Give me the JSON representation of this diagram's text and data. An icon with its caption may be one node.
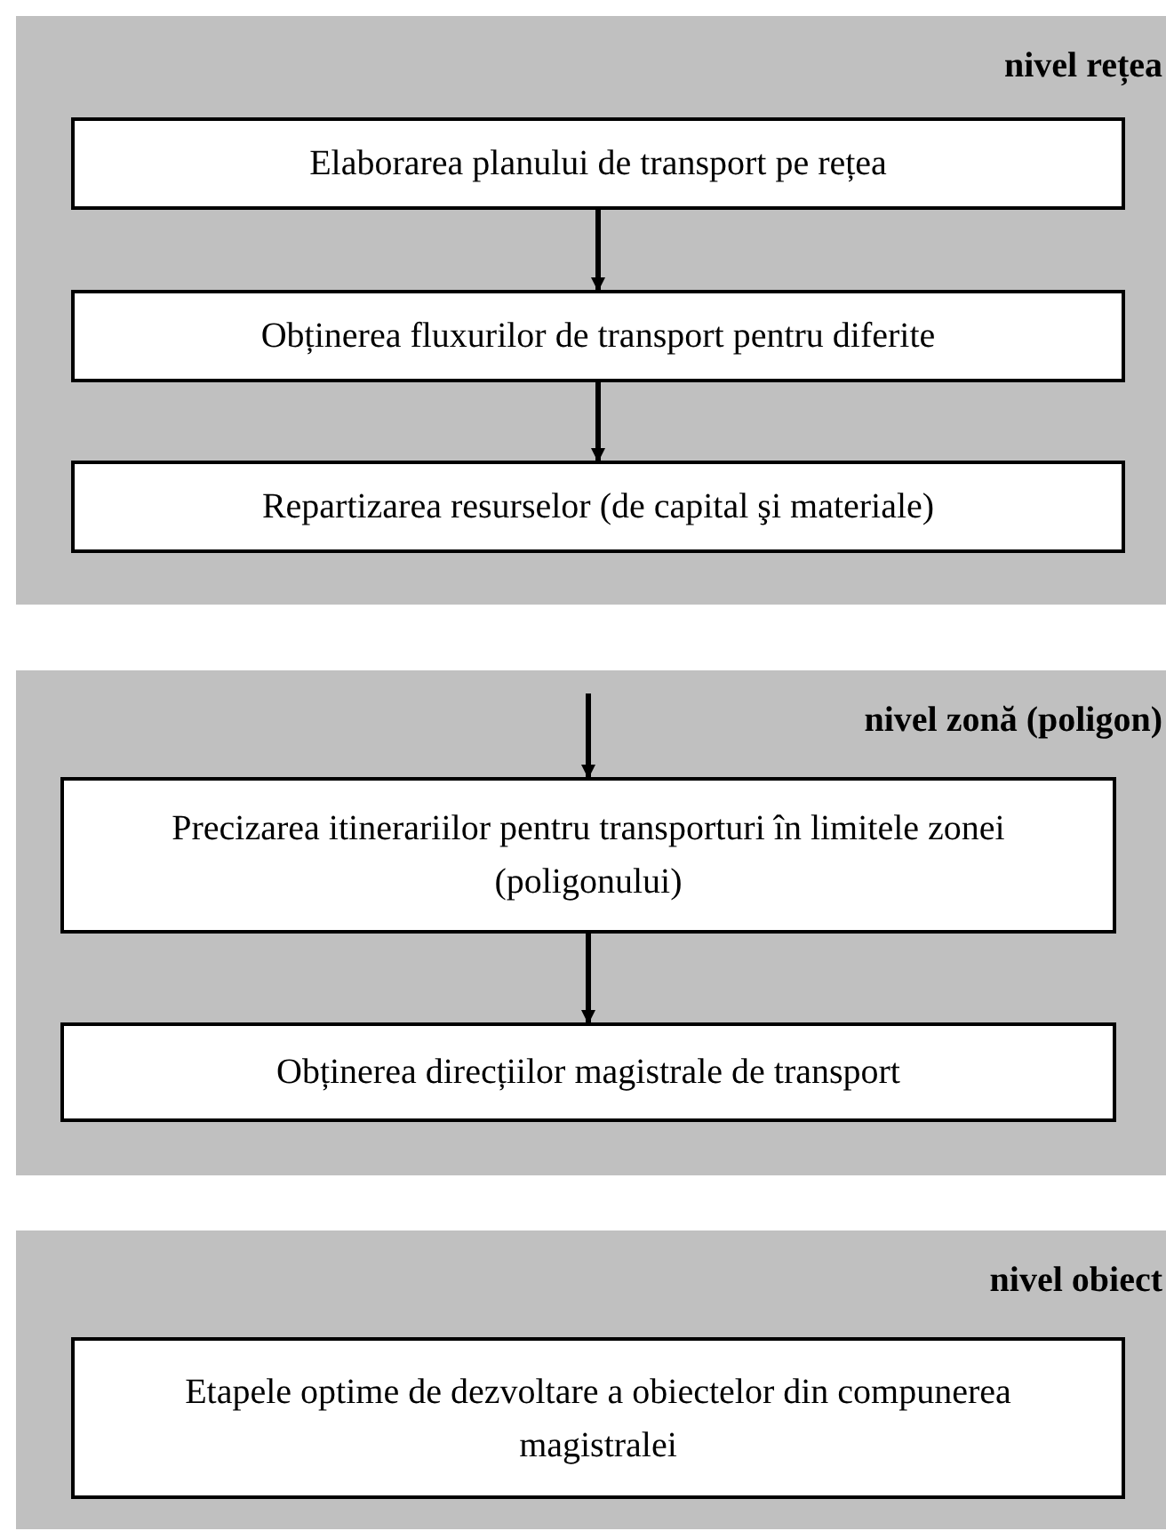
{
  "diagram": {
    "nodes": [
      {
        "text": [
          "nivel rețea"
        ]
      },
      {
        "text": [
          "Elaborarea planului de transport pe rețea"
        ],
        "in": 0
      },
      {
        "text": [
          "Obținerea fluxurilor de transport pentru diferite"
        ],
        "in": 0
      },
      {
        "text": [
          "Repartizarea resurselor (de capital şi materiale)"
        ],
        "in": 0
      },
      {
        "text": [
          "nivel zonă (poligon)"
        ]
      },
      {
        "text": [
          "Precizarea itinerariilor pentru transporturi în limitele zonei (poligonului)"
        ],
        "in": 4
      },
      {
        "text": [
          "Obținerea direcțiilor magistrale de transport"
        ],
        "in": 4
      },
      {
        "text": [
          "nivel obiect"
        ]
      },
      {
        "text": [
          "Etapele optime de dezvoltare a obiectelor din compunerea magistralei"
        ],
        "in": 7
      }
    ],
    "edges": [
      {
        "from": 1,
        "to": 2,
        "arrow": "to"
      },
      {
        "from": 2,
        "to": 3,
        "arrow": "to"
      },
      {
        "from": null,
        "to": 5,
        "arrow": "to"
      },
      {
        "from": 5,
        "to": 6,
        "arrow": "to"
      }
    ]
  }
}
